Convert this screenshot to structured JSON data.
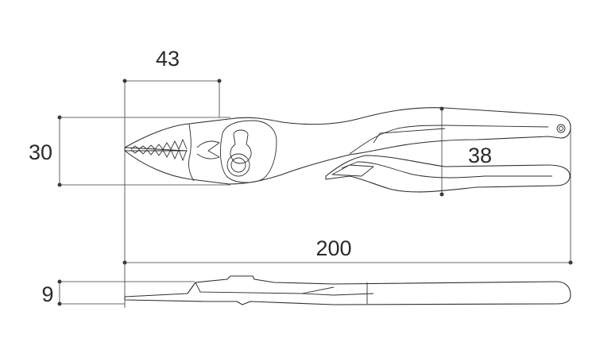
{
  "dimensions": {
    "jaw_length": "43",
    "head_width": "30",
    "handle_spread": "38",
    "overall_length": "200",
    "thickness": "9"
  }
}
